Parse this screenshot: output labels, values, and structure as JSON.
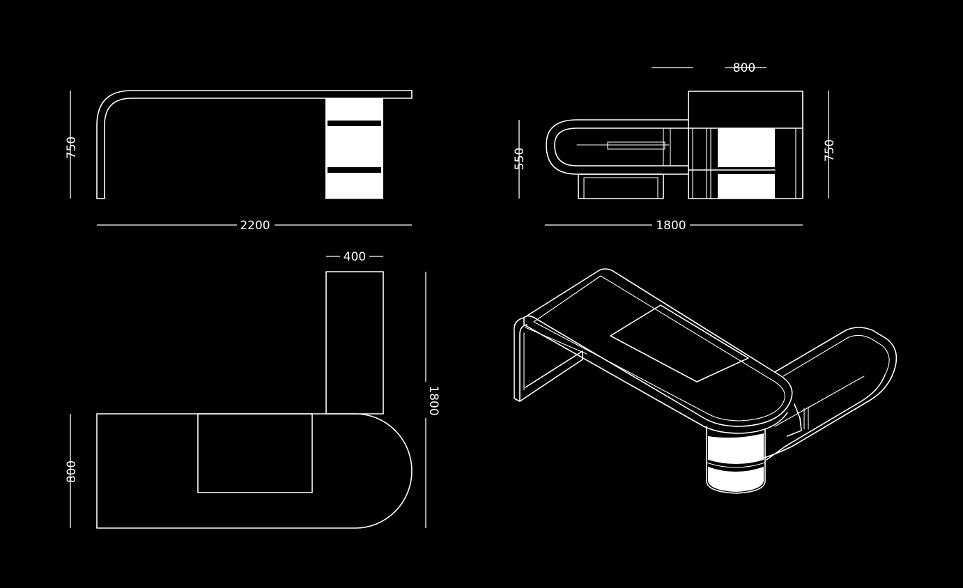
{
  "dimensions": {
    "front": {
      "height": "750",
      "width": "2200"
    },
    "side": {
      "top_width": "800",
      "height_left": "550",
      "height_right": "750",
      "width": "1800"
    },
    "plan": {
      "top_width": "400",
      "depth": "1800",
      "left_depth": "800"
    }
  },
  "colors": {
    "background": "#000000",
    "line": "#ffffff"
  }
}
